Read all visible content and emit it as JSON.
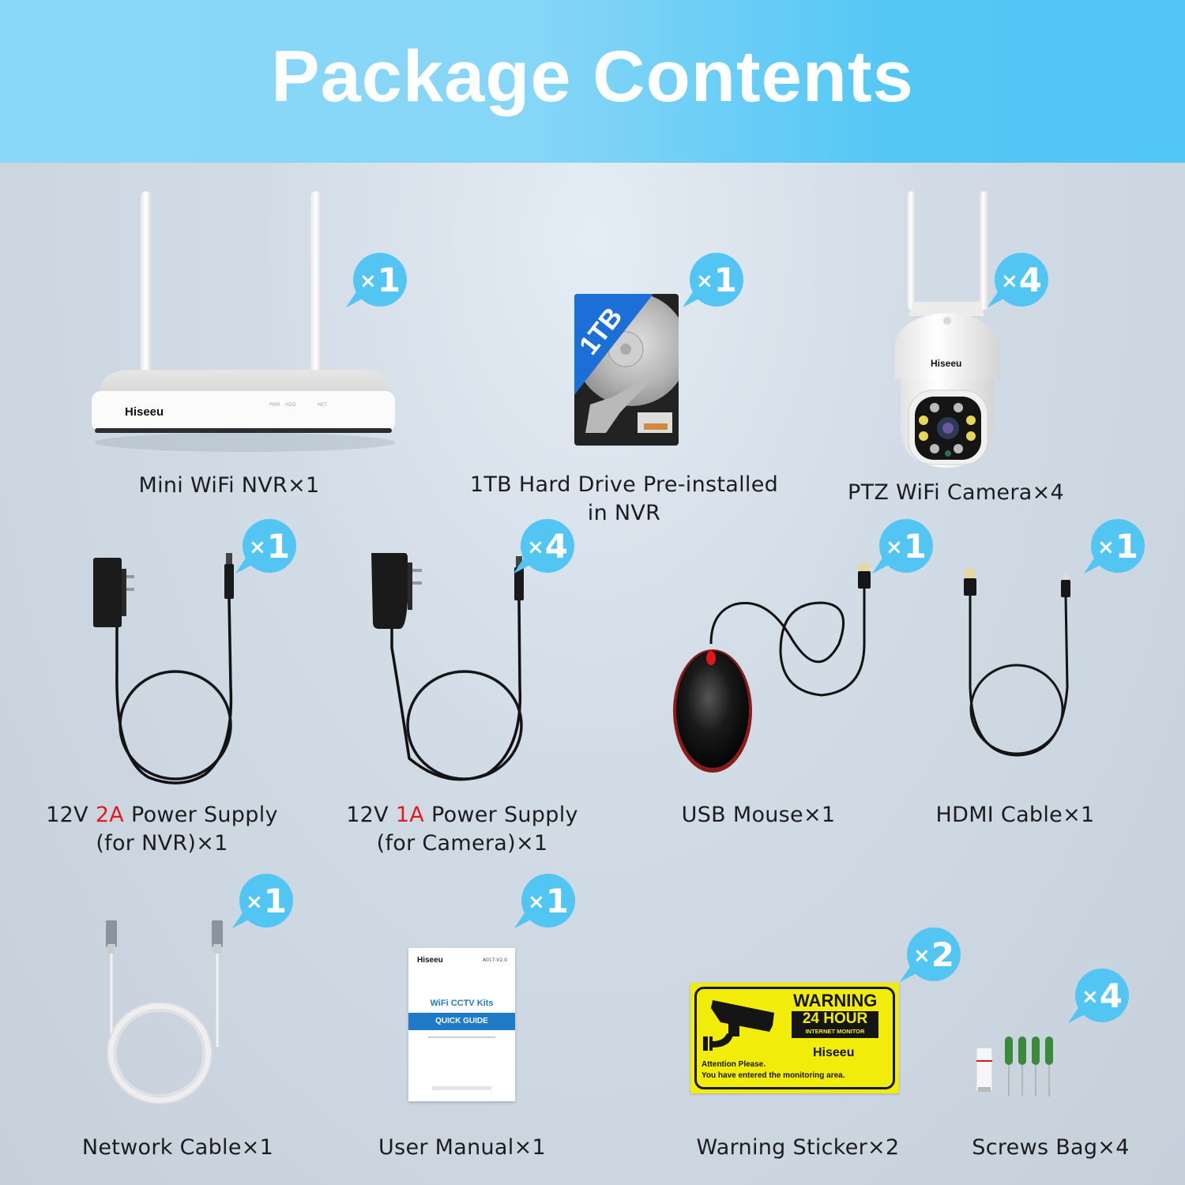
{
  "header": {
    "title": "Package Contents"
  },
  "colors": {
    "header_gradient_start": "#8ad8f8",
    "header_gradient_end": "#52c6f5",
    "badge": "#52c5f3",
    "highlight_red": "#e31b1b",
    "label_text": "#1c1c1e",
    "sticker_yellow": "#f2ec0a",
    "manual_blue": "#1f7ac8"
  },
  "items": [
    {
      "id": "nvr",
      "label": "Mini WiFi NVR×1",
      "badge_qty": "1",
      "icon": "nvr-router-icon",
      "device": {
        "brand": "Hiseeu",
        "leds": [
          "PWR",
          "HDD",
          "NET"
        ]
      }
    },
    {
      "id": "hdd",
      "label_line1": "1TB Hard Drive Pre-installed",
      "label_line2": "in NVR",
      "badge_qty": "1",
      "icon": "hard-drive-icon",
      "device": {
        "capacity": "1TB"
      }
    },
    {
      "id": "camera",
      "label": "PTZ WiFi Camera×4",
      "badge_qty": "4",
      "icon": "ptz-camera-icon",
      "device": {
        "brand": "Hiseeu"
      }
    },
    {
      "id": "psu-nvr",
      "label_prefix": "12V ",
      "label_highlight": "2A",
      "label_suffix": " Power Supply",
      "label_line2": "(for NVR)×1",
      "badge_qty": "1",
      "icon": "power-adapter-icon"
    },
    {
      "id": "psu-camera",
      "label_prefix": "12V ",
      "label_highlight": "1A",
      "label_suffix": " Power Supply",
      "label_line2": "(for Camera)×1",
      "badge_qty": "4",
      "icon": "power-adapter-icon"
    },
    {
      "id": "mouse",
      "label": "USB Mouse×1",
      "badge_qty": "1",
      "icon": "usb-mouse-icon"
    },
    {
      "id": "hdmi",
      "label": "HDMI Cable×1",
      "badge_qty": "1",
      "icon": "hdmi-cable-icon"
    },
    {
      "id": "network",
      "label": "Network Cable×1",
      "badge_qty": "1",
      "icon": "network-cable-icon"
    },
    {
      "id": "manual",
      "label": "User Manual×1",
      "badge_qty": "1",
      "icon": "user-manual-icon",
      "device": {
        "brand": "Hiseeu",
        "version": "A017-V2.0",
        "title": "WiFi CCTV Kits",
        "banner": "QUICK GUIDE"
      }
    },
    {
      "id": "sticker",
      "label": "Warning Sticker×2",
      "badge_qty": "2",
      "icon": "warning-sticker-icon",
      "device": {
        "line1": "WARNING",
        "line2": "24 HOUR",
        "line3": "INTERNET MONITOR",
        "brand": "Hiseeu",
        "notice1": "Attention Please.",
        "notice2": "You have entered the monitoring area."
      }
    },
    {
      "id": "screws",
      "label": "Screws Bag×4",
      "badge_qty": "4",
      "icon": "screws-bag-icon"
    }
  ],
  "badge_prefix": "×"
}
